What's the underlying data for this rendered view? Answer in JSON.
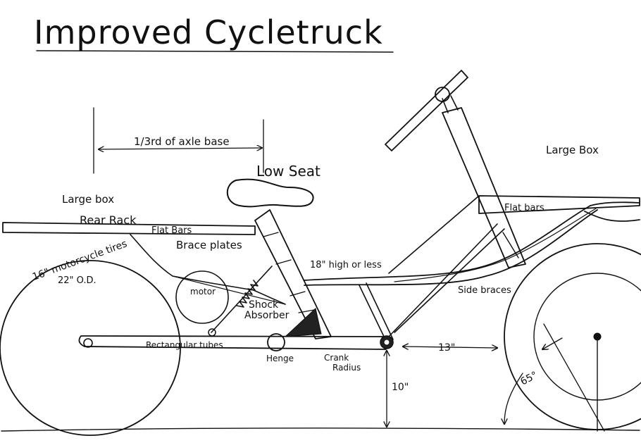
{
  "title": "Improved Cycletruck",
  "labels": {
    "axle_fraction": "1/3rd of axle base",
    "low_seat": "Low Seat",
    "large_box_right": "Large Box",
    "large_box_left": "Large box",
    "rear_rack": "Rear Rack",
    "flat_bars_left": "Flat Bars",
    "brace_plates": "Brace plates",
    "tires_line1": "16\" motorcycle tires",
    "tires_line2": "22\" O.D.",
    "motor": "motor",
    "shock_line1": "Shock",
    "shock_line2": "Absorber",
    "height": "18\" high or less",
    "flat_bars_right": "Flat bars",
    "side_braces": "Side braces",
    "rectangular_tubes": "Rectangular tubes",
    "henge": "Henge",
    "crank_line1": "Crank",
    "crank_line2": "Radius",
    "ground_clearance": "10\"",
    "front_offset": "13\"",
    "steer_angle": "65°"
  }
}
